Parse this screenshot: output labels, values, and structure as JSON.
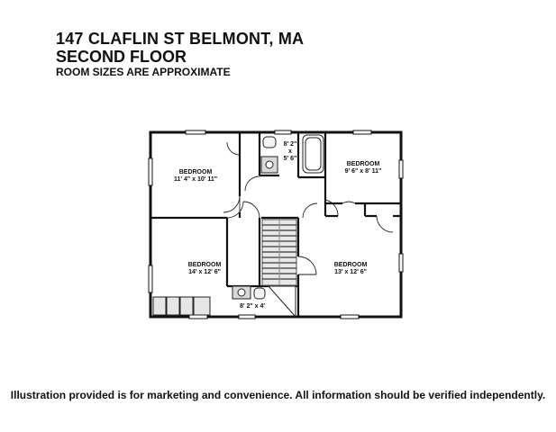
{
  "header": {
    "address": "147 CLAFLIN ST BELMONT, MA",
    "floor": "SECOND FLOOR",
    "note": "ROOM SIZES ARE APPROXIMATE"
  },
  "rooms": [
    {
      "name": "BEDROOM",
      "size": "11' 4\" x 10' 11\""
    },
    {
      "name": "BEDROOM",
      "size": "9' 6\" x 8' 11\""
    },
    {
      "name": "BEDROOM",
      "size": "14' x 12' 6\""
    },
    {
      "name": "BEDROOM",
      "size": "13' x 12' 6\""
    }
  ],
  "bath_top": {
    "line1": "8' 2\"",
    "line2": "x",
    "line3": "5' 6\""
  },
  "bath_bottom": {
    "size": "8' 2\" x 4'"
  },
  "disclaimer": "Illustration provided is for marketing and convenience. All information should be verified independently."
}
